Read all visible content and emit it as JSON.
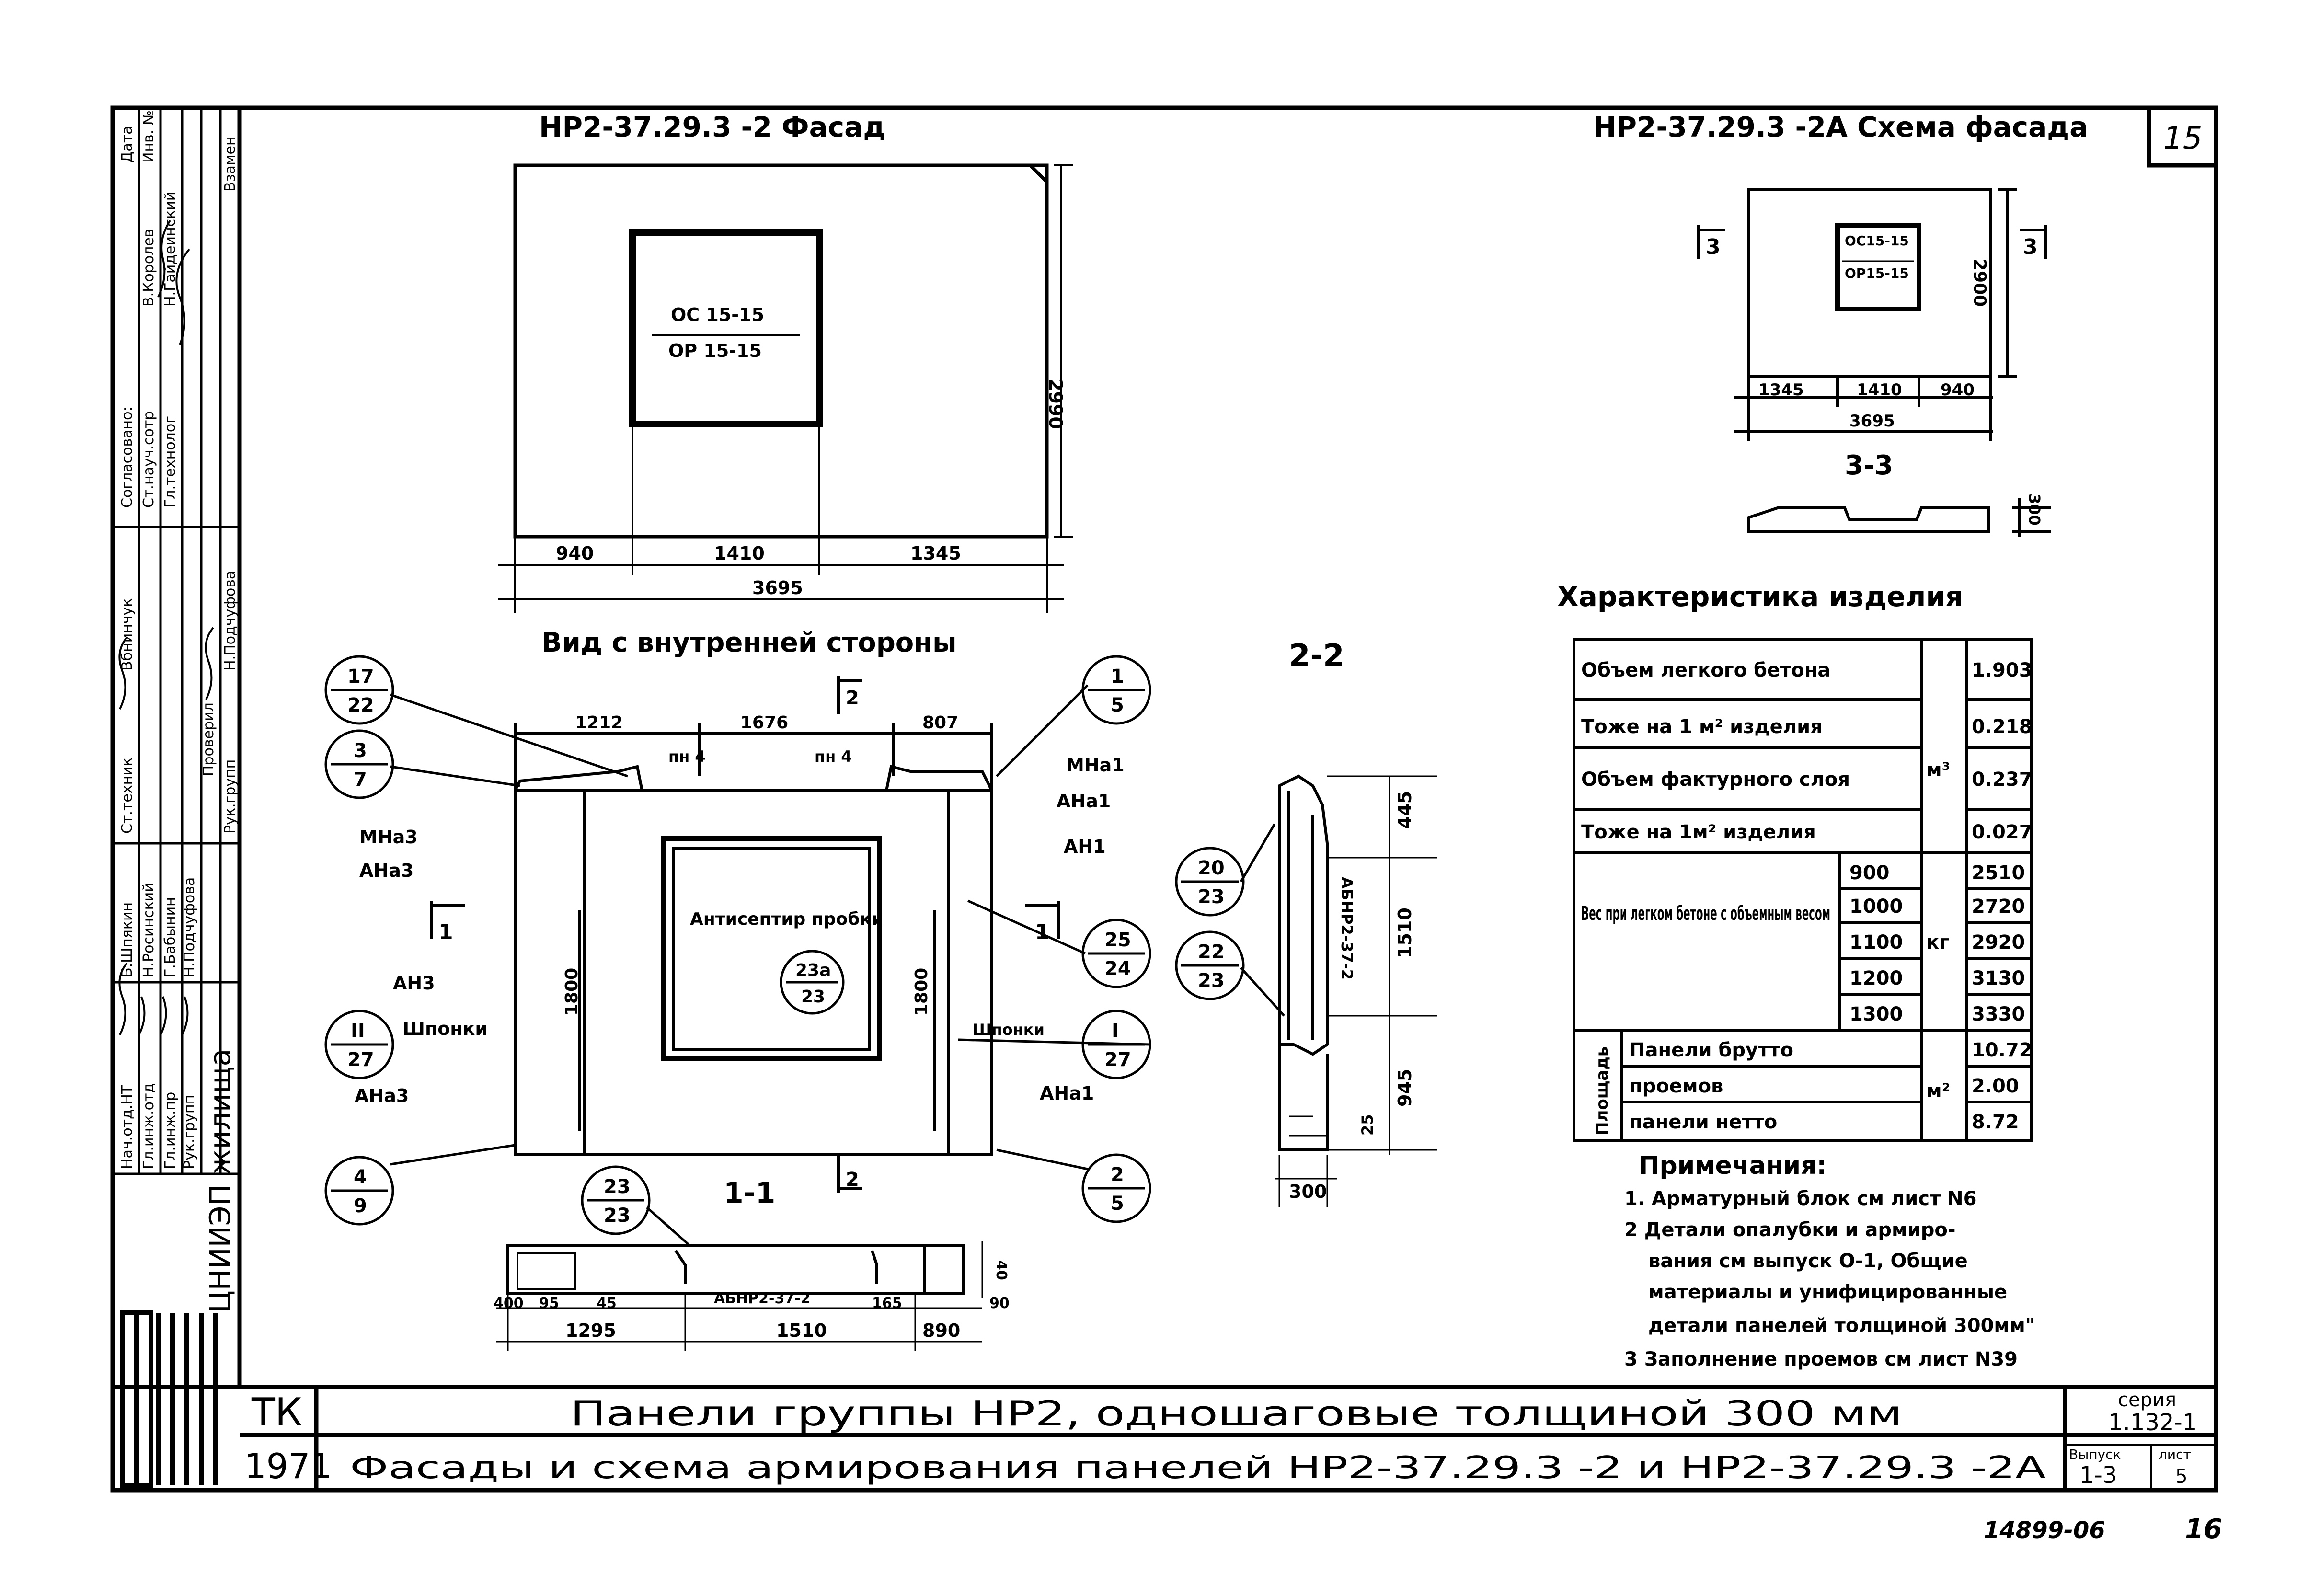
{
  "sheet_number": "15",
  "bottom_page_marks": {
    "archive_no": "14899-06",
    "page": "16"
  },
  "facade": {
    "title": "НР2-37.29.3 -2 Фасад",
    "window_label_top": "ОС 15-15",
    "window_label_bottom": "ОР 15-15",
    "height_dim": "2990",
    "dims": [
      "940",
      "1410",
      "1345"
    ],
    "total_dim": "3695"
  },
  "scheme": {
    "title": "НР2-37.29.3 -2А Схема фасада",
    "window_label_top": "ОС15-15",
    "window_label_bottom": "ОР15-15",
    "height_dim": "2900",
    "dims": [
      "1345",
      "1410",
      "940"
    ],
    "total_dim": "3695",
    "section_mark": "3",
    "section_title": "3-3",
    "thickness_dim": "300"
  },
  "inner_view": {
    "title": "Вид с внутренней стороны",
    "dims_top": [
      "1212",
      "1676",
      "807"
    ],
    "left_height": "1800",
    "right_height": "1800",
    "section_marks": [
      "2",
      "1"
    ],
    "label_pn": "пн 4",
    "label_antiseptic": "Антисептир пробки",
    "label_shponki": "Шпонки",
    "label_mna3": "МНа3",
    "label_ana3": "АНа3",
    "label_an3": "АН3",
    "label_mna1": "МНа1",
    "label_ana1": "АНа1",
    "label_an1": "АН1",
    "callouts": [
      {
        "top": "17",
        "bottom": "22"
      },
      {
        "top": "3",
        "bottom": "7"
      },
      {
        "top": "II",
        "bottom": "27"
      },
      {
        "top": "4",
        "bottom": "9"
      },
      {
        "top": "1",
        "bottom": "5"
      },
      {
        "top": "25",
        "bottom": "24"
      },
      {
        "top": "I",
        "bottom": "27"
      },
      {
        "top": "2",
        "bottom": "5"
      },
      {
        "top": "23а",
        "bottom": "23"
      },
      {
        "top": "23",
        "bottom": "23"
      },
      {
        "top": "20",
        "bottom": "23"
      },
      {
        "top": "22",
        "bottom": "23"
      }
    ]
  },
  "section_11": {
    "title": "1-1",
    "block_label": "АБНР2-37-2",
    "dims_small": [
      "400",
      "95",
      "45",
      "165",
      "90",
      "40"
    ],
    "dims": [
      "1295",
      "1510",
      "890"
    ]
  },
  "section_22": {
    "title": "2-2",
    "block_label": "АБНР2-37-2",
    "dims": [
      "445",
      "1510",
      "945",
      "25"
    ],
    "width_dim": "300"
  },
  "characteristics": {
    "title": "Характеристика изделия",
    "rows": [
      {
        "label": "Объем легкого бетона",
        "value": "1.903"
      },
      {
        "label": "Тоже на 1 м² изделия",
        "value": "0.218"
      },
      {
        "label": "Объем фактурного слоя",
        "value": "0.237"
      },
      {
        "label": "Тоже на 1м² изделия",
        "value": "0.027"
      }
    ],
    "unit_volume": "м³",
    "weight_label": "Вес при легком бетоне с объемным весом",
    "unit_weight": "кг",
    "weights": [
      {
        "density": "900",
        "value": "2510"
      },
      {
        "density": "1000",
        "value": "2720"
      },
      {
        "density": "1100",
        "value": "2920"
      },
      {
        "density": "1200",
        "value": "3130"
      },
      {
        "density": "1300",
        "value": "3330"
      }
    ],
    "area_group_label": "Площадь",
    "unit_area": "м²",
    "areas": [
      {
        "label": "Панели брутто",
        "value": "10.72"
      },
      {
        "label": "проемов",
        "value": "2.00"
      },
      {
        "label": "панели нетто",
        "value": "8.72"
      }
    ]
  },
  "notes": {
    "title": "Примечания:",
    "items": [
      "1. Арматурный блок см лист N6",
      "2 Детали опалубки и армиро-",
      "вания см выпуск О-1, Общие",
      "материалы и унифицированные",
      "детали панелей толщиной 300мм\"",
      "3 Заполнение проемов см лист N39"
    ]
  },
  "title_block": {
    "org_tk": "ТК",
    "year": "1971",
    "title_line1": "Панели группы НР2, одношаговые толщиной 300 мм",
    "title_line2": "Фасады и схема армирования панелей НР2-37.29.3 -2 и НР2-37.29.3 -2А",
    "series_label": "серия",
    "series_value": "1.132-1",
    "issue_label": "Выпуск",
    "issue_value": "1-3",
    "sheet_label": "лист",
    "sheet_value": "5",
    "institute": "ЦНИИЭП жилища"
  },
  "side_stamp": {
    "agreed_header": "Согласовано:",
    "date_header": "Дата",
    "inv_header": "Инв. №",
    "replace_header": "Взамен",
    "agreed_names": [
      "В.Королев",
      "Н.Гайдеинский"
    ],
    "agreed_roles": [
      "Ст.науч.сотр",
      "Гл.технолог"
    ],
    "check_header": "Проверил",
    "check_row": [
      "Рук.групп",
      "Н.Подчуфова"
    ],
    "vbn": "Вбнинчук",
    "staff_roles": [
      "Ст.техник",
      "Нач.отд.НТ",
      "Гл.инж.отд",
      "Гл.инж.пр",
      "Рук.групп"
    ],
    "staff_names": [
      "Б.Шпякин",
      "Н.Росинский",
      "Г.Бабынин",
      "Н.Подчуфова"
    ]
  }
}
